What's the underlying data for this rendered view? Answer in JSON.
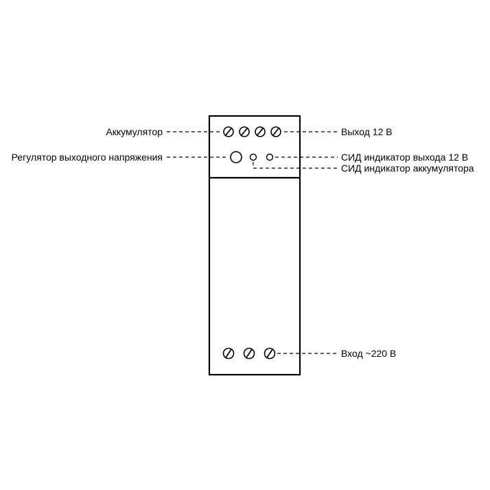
{
  "labels": {
    "battery": "Аккумулятор",
    "output": "Выход 12 В",
    "regulator": "Регулятор выходного напряжения",
    "led_output": "СИД индикатор выхода 12 В",
    "led_battery": "СИД индикатор аккумулятора",
    "input": "Вход ~220 В"
  },
  "colors": {
    "stroke": "#000000",
    "background": "#ffffff"
  }
}
